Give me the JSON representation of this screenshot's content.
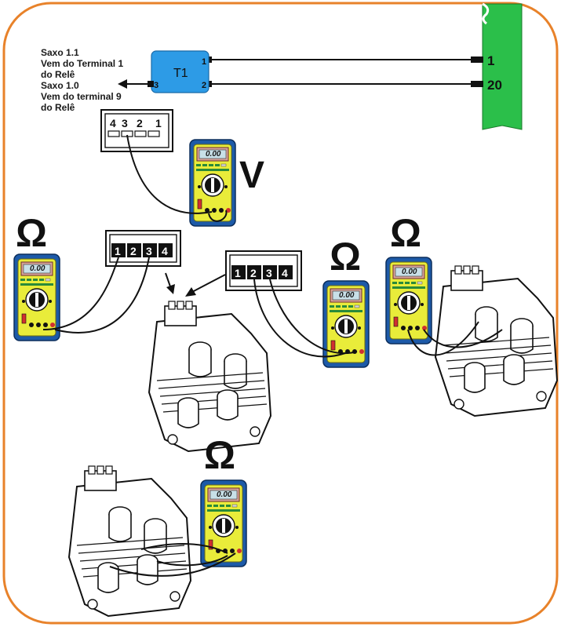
{
  "notes": {
    "line1": "Saxo 1.1",
    "line2": "Vem do Terminal 1",
    "line3": "do Relê",
    "line4": "Saxo 1.0",
    "line5": "Vem do terminal 9",
    "line6": "do Relê"
  },
  "t1_box": {
    "label": "T1",
    "pin_top": "1",
    "pin_bottom": "2",
    "pin_left": "3"
  },
  "ecu_connector": {
    "pin_top": "1",
    "pin_bottom": "20"
  },
  "connector_top": {
    "pins": [
      "4",
      "3",
      "2",
      "1"
    ]
  },
  "connector_left": {
    "pins": [
      "1",
      "2",
      "3",
      "4"
    ]
  },
  "connector_mid": {
    "pins": [
      "1",
      "2",
      "3",
      "4"
    ]
  },
  "symbols": {
    "volt": "V",
    "ohm": "Ω"
  },
  "multimeter": {
    "display": "0.00"
  },
  "colors": {
    "frame": "#e8822a",
    "t1_box": "#2d9be6",
    "ecu": "#2bbf4a",
    "meter_body": "#1d5aa8",
    "meter_face": "#e9ec3a",
    "meter_display": "#c8e0e8"
  }
}
